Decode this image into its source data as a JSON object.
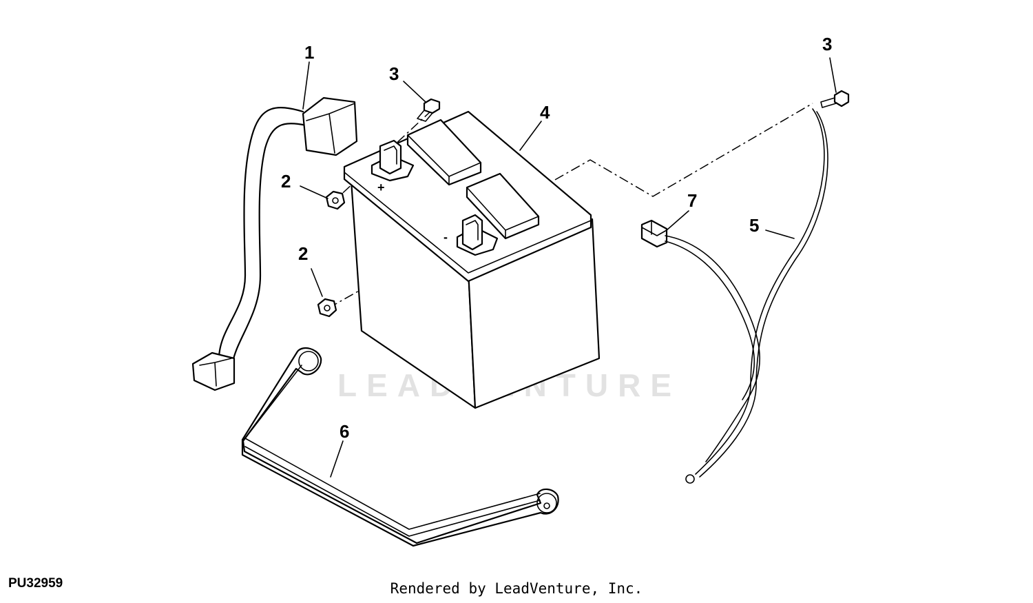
{
  "diagram": {
    "figure_id": "PU32959",
    "render_credit": "Rendered by LeadVenture, Inc.",
    "watermark_text": "LEADVENTURE",
    "callouts": [
      {
        "key": "positive_cable",
        "label": "1"
      },
      {
        "key": "nut_upper",
        "label": "2"
      },
      {
        "key": "nut_lower",
        "label": "2"
      },
      {
        "key": "bolt_left",
        "label": "3"
      },
      {
        "key": "bolt_right",
        "label": "3"
      },
      {
        "key": "battery",
        "label": "4"
      },
      {
        "key": "negative_cable",
        "label": "5"
      },
      {
        "key": "hold_down_strap",
        "label": "6"
      },
      {
        "key": "connector",
        "label": "7"
      }
    ],
    "terminal_marks": {
      "positive": "+",
      "negative": "-"
    }
  }
}
